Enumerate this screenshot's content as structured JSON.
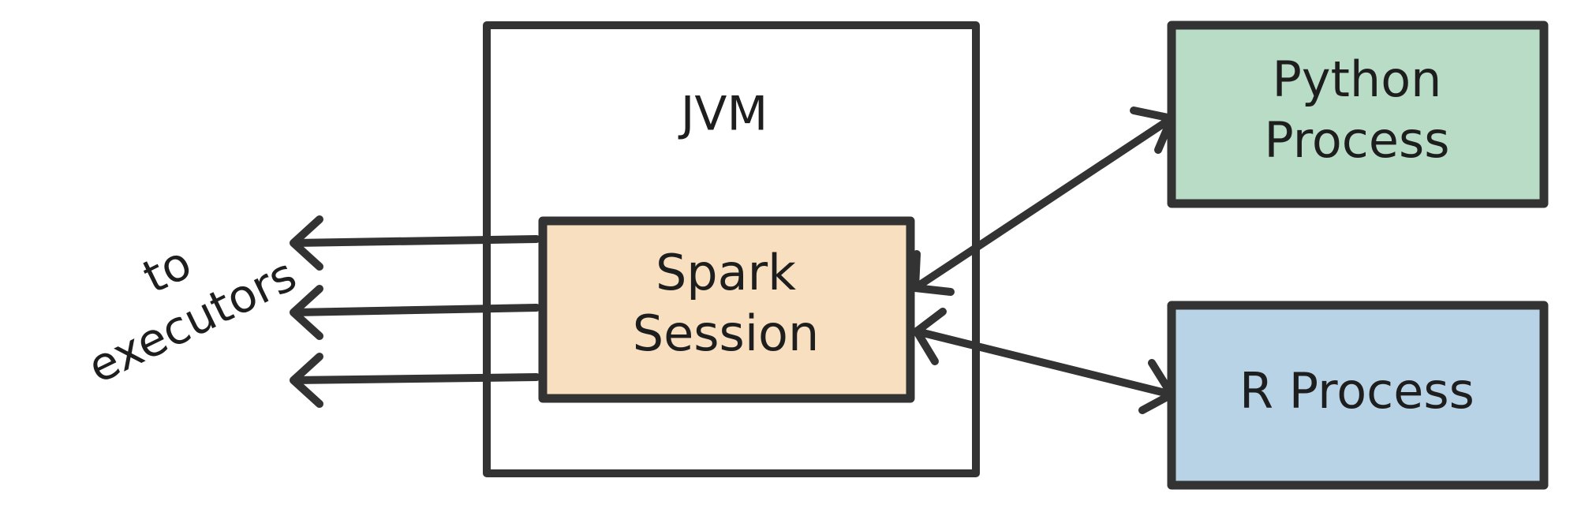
{
  "diagram": {
    "jvm": {
      "label": "JVM"
    },
    "spark_session": {
      "lines": [
        "Spark",
        "Session"
      ],
      "fill": "#f7dfc0"
    },
    "python_process": {
      "lines": [
        "Python",
        "Process"
      ],
      "fill": "#b9dcc7"
    },
    "r_process": {
      "label": "R Process",
      "fill": "#b8d2e6"
    },
    "executors_label": {
      "lines": [
        "to",
        "executors"
      ]
    },
    "colors": {
      "stroke": "#333333",
      "text": "#1e1e1e",
      "background": "#ffffff"
    }
  }
}
